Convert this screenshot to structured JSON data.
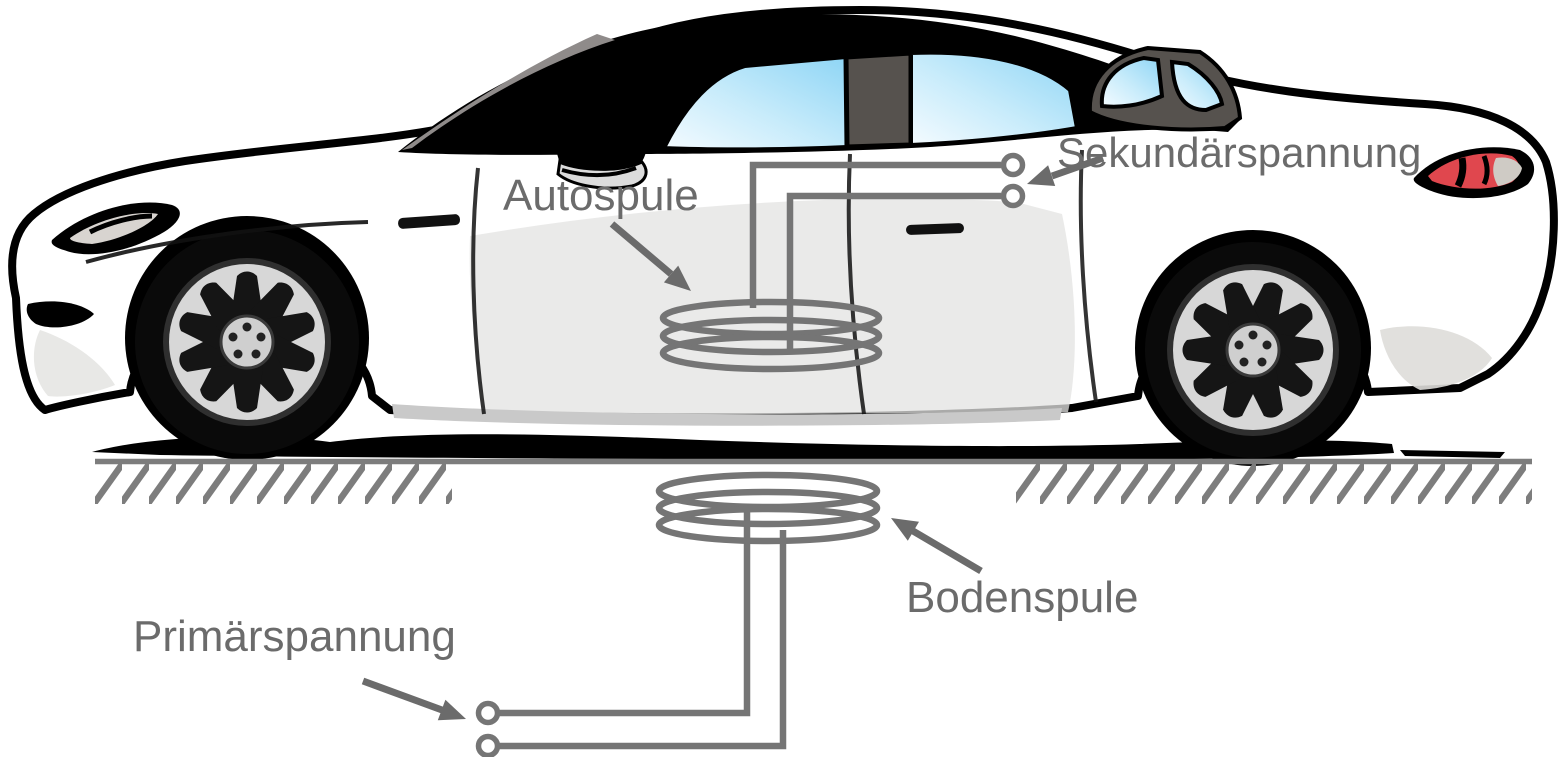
{
  "diagram": {
    "labels": {
      "autospule": "Autospule",
      "sekundaerspannung": "Sekundärspannung",
      "bodenspule": "Bodenspule",
      "primaerspannung": "Primärspannung"
    },
    "colors": {
      "wire_gray": "#757575",
      "label_gray": "#6b6b6b",
      "ground_gray": "#7d7d7d",
      "window_blue": "#8ed5f5",
      "taillight_red": "#e0474e",
      "body_white": "#ffffff",
      "outline_black": "#000000"
    }
  }
}
